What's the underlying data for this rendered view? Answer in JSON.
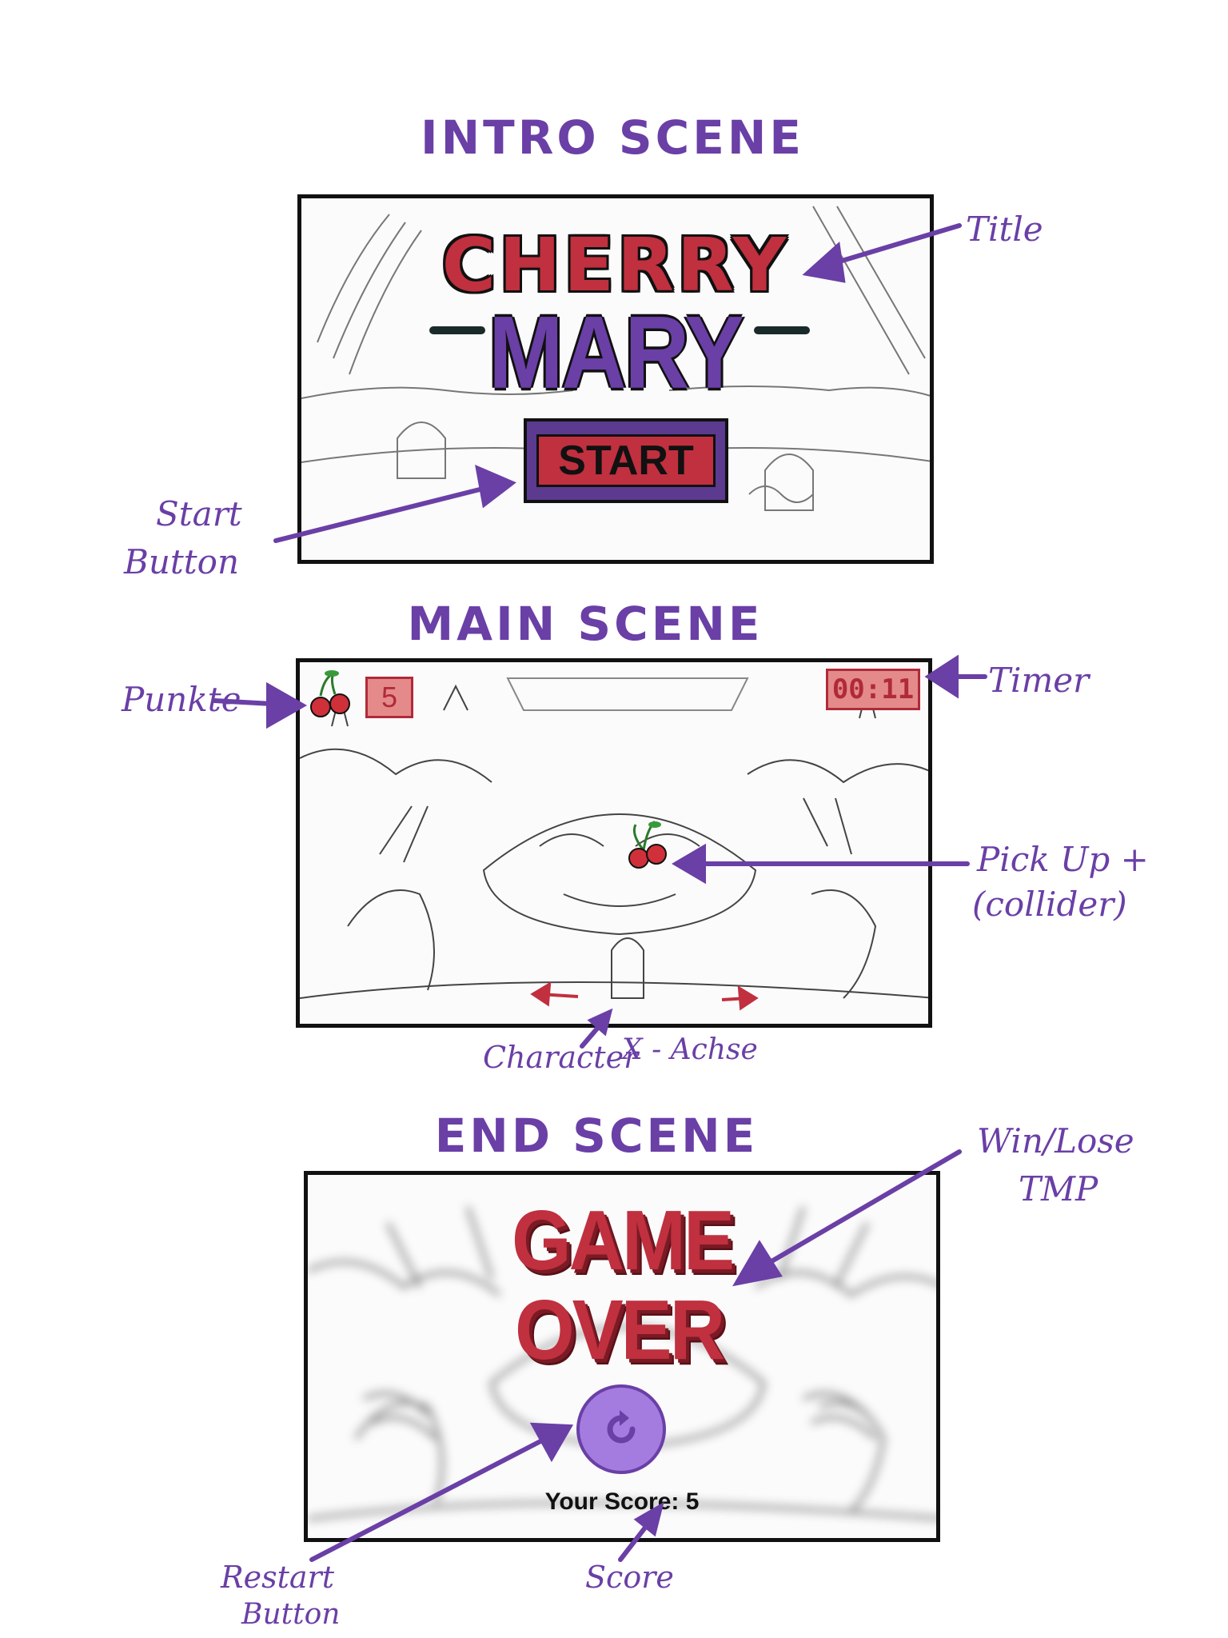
{
  "intro": {
    "heading": "INTRO SCENE",
    "title_line1": "CHERRY",
    "title_line2": "MARY",
    "start_label": "START",
    "notes": {
      "title": "Title",
      "start_button_1": "Start",
      "start_button_2": "Button"
    }
  },
  "main": {
    "heading": "MAIN SCENE",
    "score_value": "5",
    "timer_value": "00:11",
    "notes": {
      "punkte": "Punkte",
      "timer": "Timer",
      "pickup_1": "Pick Up +",
      "pickup_2": "(collider)",
      "character": "Character",
      "x_axis": "X - Achse"
    }
  },
  "end": {
    "heading": "END SCENE",
    "game_line1": "GAME",
    "game_line2": "OVER",
    "your_score": "Your Score: 5",
    "notes": {
      "winlose_1": "Win/Lose",
      "winlose_2": "TMP",
      "restart_1": "Restart",
      "restart_2": "Button",
      "score": "Score"
    }
  },
  "colors": {
    "annotation_purple": "#6a3fa6",
    "cherry_red": "#c0303f",
    "restart_lilac": "#a47ce0",
    "frame_black": "#111111"
  },
  "icons": [
    "cherry-icon",
    "restart-icon",
    "arrow-left-icon",
    "arrow-right-icon"
  ]
}
